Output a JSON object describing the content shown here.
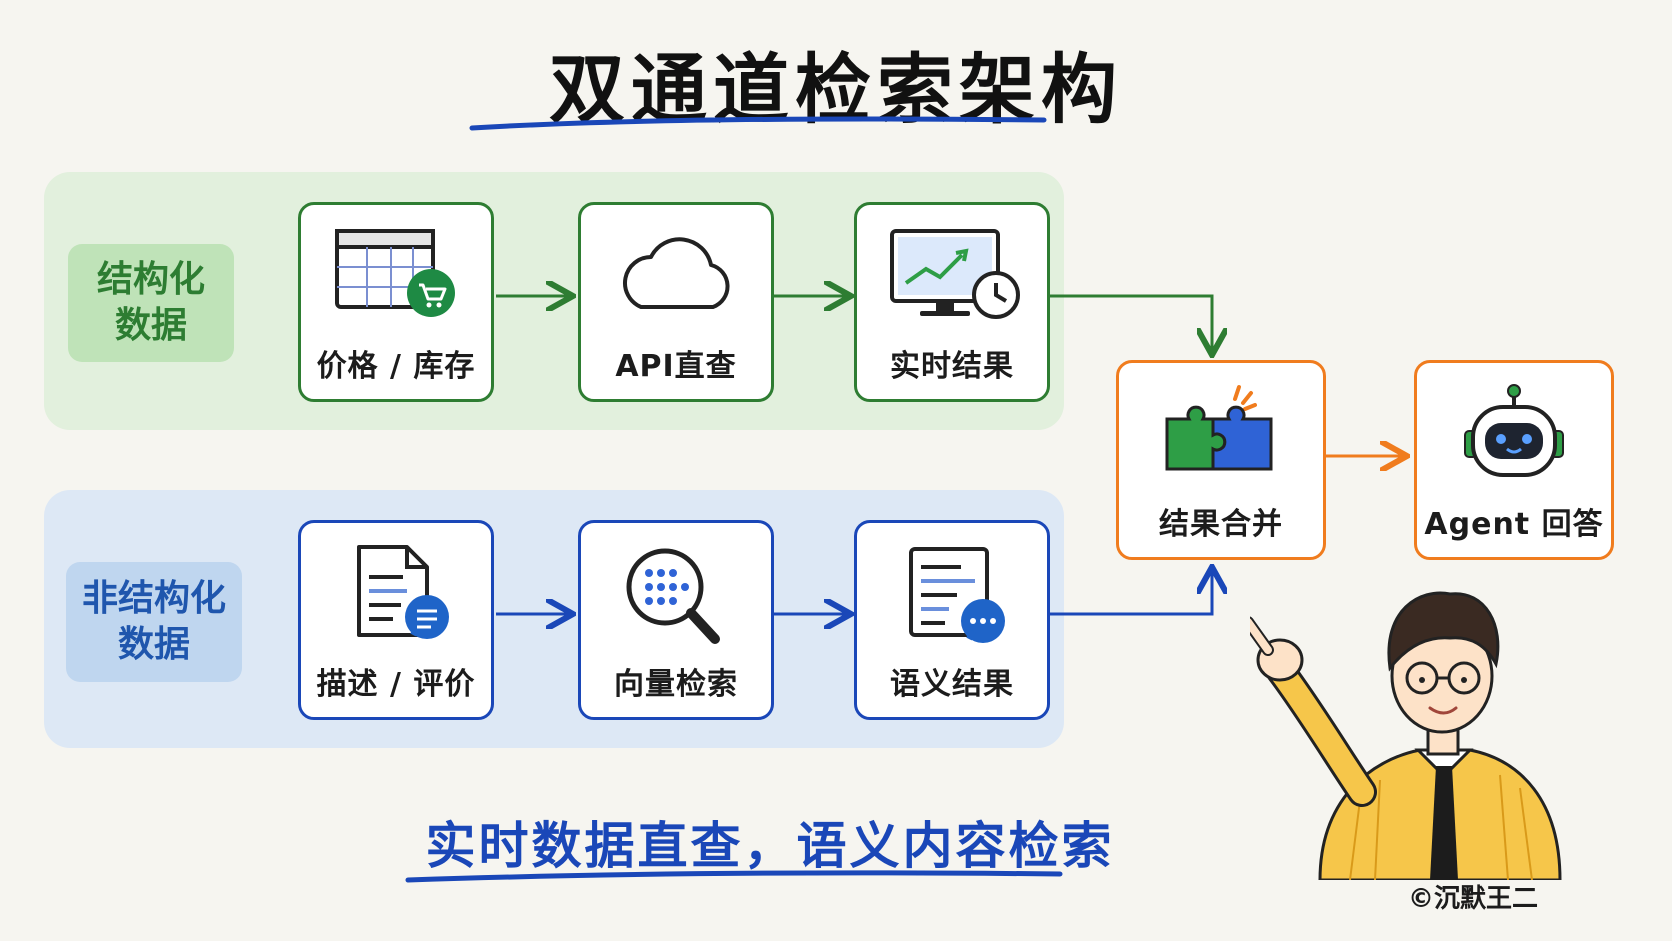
{
  "title": "双通道检索架构",
  "subtitle": "实时数据直查，语义内容检索",
  "credit": "©沉默王二",
  "colors": {
    "green": "#2e7d32",
    "blue": "#1a47b8",
    "orange": "#f07c1e",
    "background": "#f6f5f0"
  },
  "structured": {
    "tag_line1": "结构化",
    "tag_line2": "数据",
    "steps": [
      {
        "label": "价格 / 库存",
        "icon": "spreadsheet-cart-icon"
      },
      {
        "label": "API直查",
        "icon": "cloud-icon"
      },
      {
        "label": "实时结果",
        "icon": "monitor-chart-clock-icon"
      }
    ]
  },
  "unstructured": {
    "tag_line1": "非结构化",
    "tag_line2": "数据",
    "steps": [
      {
        "label": "描述 / 评价",
        "icon": "document-chat-icon"
      },
      {
        "label": "向量检索",
        "icon": "magnifier-dots-icon"
      },
      {
        "label": "语义结果",
        "icon": "text-list-chat-icon"
      }
    ]
  },
  "merge": {
    "label": "结果合并",
    "icon": "puzzle-icon"
  },
  "answer": {
    "label": "Agent 回答",
    "icon": "robot-icon"
  }
}
